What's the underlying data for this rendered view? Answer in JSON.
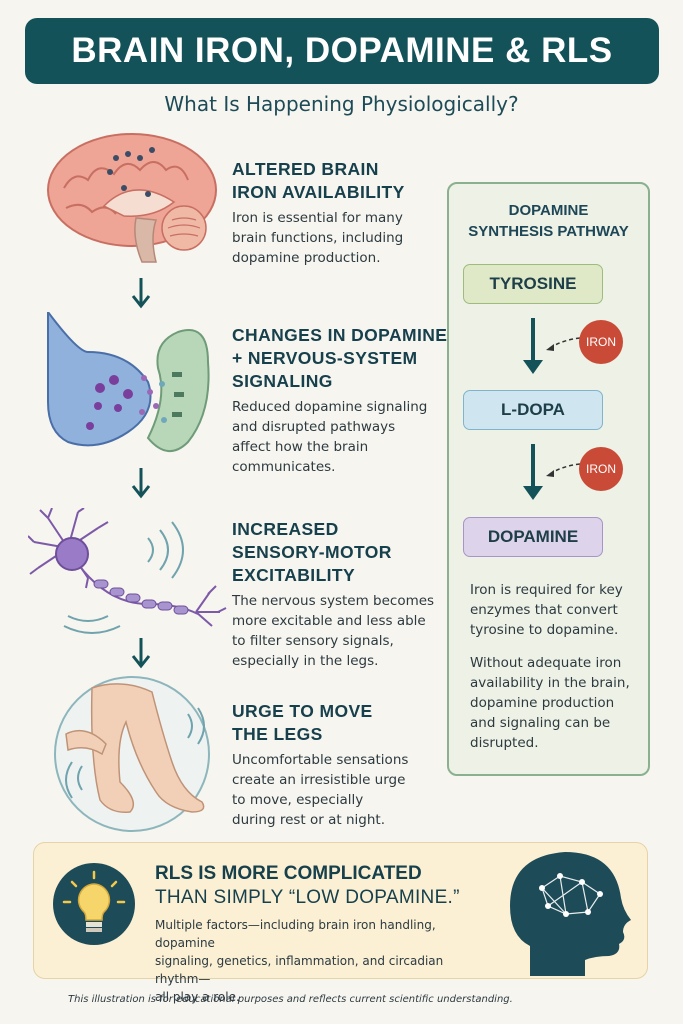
{
  "title": "BRAIN IRON, DOPAMINE & RLS",
  "subtitle": "What Is Happening Physiologically?",
  "steps": [
    {
      "heading_lines": [
        "ALTERED BRAIN",
        "IRON AVAILABILITY"
      ],
      "body_lines": [
        "Iron is essential for many",
        "brain functions, including",
        "dopamine production."
      ],
      "icon": "brain-icon"
    },
    {
      "heading_lines": [
        "CHANGES IN DOPAMINE",
        "+ NERVOUS-SYSTEM",
        "SIGNALING"
      ],
      "body_lines": [
        "Reduced dopamine signaling",
        "and disrupted pathways",
        "affect how the brain",
        "communicates."
      ],
      "icon": "synapse-icon"
    },
    {
      "heading_lines": [
        "INCREASED",
        "SENSORY-MOTOR",
        "EXCITABILITY"
      ],
      "body_lines": [
        "The nervous system becomes",
        "more excitable and less able",
        "to filter sensory signals,",
        "especially in the legs."
      ],
      "icon": "neuron-icon"
    },
    {
      "heading_lines": [
        "URGE TO MOVE",
        "THE LEGS"
      ],
      "body_lines": [
        "Uncomfortable sensations",
        "create an irresistible urge",
        "to move, especially",
        "during rest or at night."
      ],
      "icon": "legs-icon"
    }
  ],
  "pathway": {
    "title_lines": [
      "DOPAMINE",
      "SYNTHESIS PATHWAY"
    ],
    "molecules": [
      "TYROSINE",
      "L-DOPA",
      "DOPAMINE"
    ],
    "iron_labels": [
      "IRON",
      "IRON"
    ],
    "note1_lines": [
      "Iron is required for key",
      "enzymes that convert",
      "tyrosine to dopamine."
    ],
    "note2_lines": [
      "Without adequate iron",
      "availability in the brain,",
      "dopamine production",
      "and signaling can be",
      "disrupted."
    ],
    "colors": {
      "tyrosine": "#dfe9c8",
      "ldopa": "#cfe6f0",
      "dopamine": "#ddd3ea",
      "iron": "#c94a36"
    }
  },
  "callout": {
    "heading_line1": "RLS IS MORE COMPLICATED",
    "heading_line2": "THAN SIMPLY “LOW DOPAMINE.”",
    "body_lines": [
      "Multiple factors—including brain iron handling, dopamine",
      "signaling, genetics, inflammation, and circadian rhythm—",
      "all play a role."
    ],
    "icons": [
      "lightbulb-icon",
      "head-network-icon"
    ]
  },
  "footer": "This illustration is for educational purposes and reflects current scientific understanding.",
  "colors": {
    "primary": "#14525a",
    "accent_green": "#8ab08f",
    "callout_bg": "#fbf0d4"
  }
}
